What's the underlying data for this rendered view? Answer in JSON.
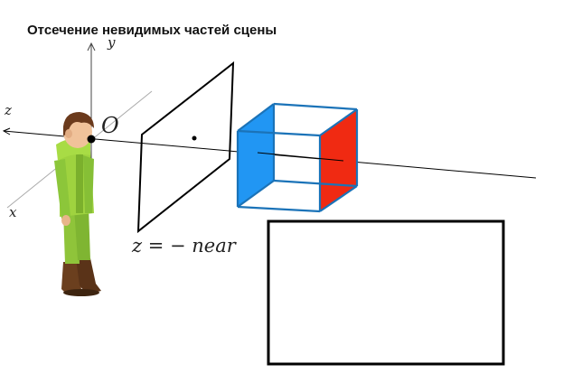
{
  "title": "Отсечение невидимых частей сцены",
  "axes": {
    "y_label": "y",
    "z_label": "z",
    "x_label": "x",
    "origin_label": "O"
  },
  "near_plane_label": "z = − near",
  "colors": {
    "cube_edge": "#1b73b8",
    "cube_front_face": "#2196f3",
    "cube_back_face": "#f02a12",
    "line": "#000000",
    "axis_light": "#9a9a9a"
  },
  "icons": [
    "person-figure"
  ]
}
